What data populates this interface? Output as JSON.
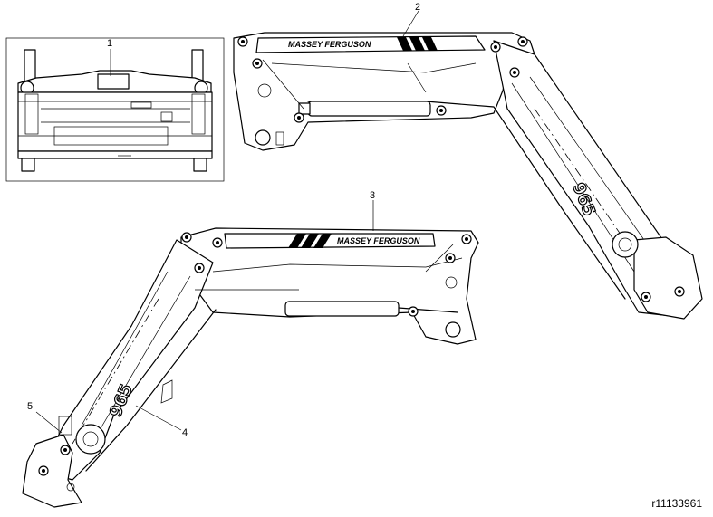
{
  "callouts": [
    {
      "num": "1"
    },
    {
      "num": "2"
    },
    {
      "num": "3"
    },
    {
      "num": "4"
    },
    {
      "num": "5"
    }
  ],
  "decals": {
    "brand": "MASSEY FERGUSON",
    "model": "965"
  },
  "reference_code": "r11133961"
}
